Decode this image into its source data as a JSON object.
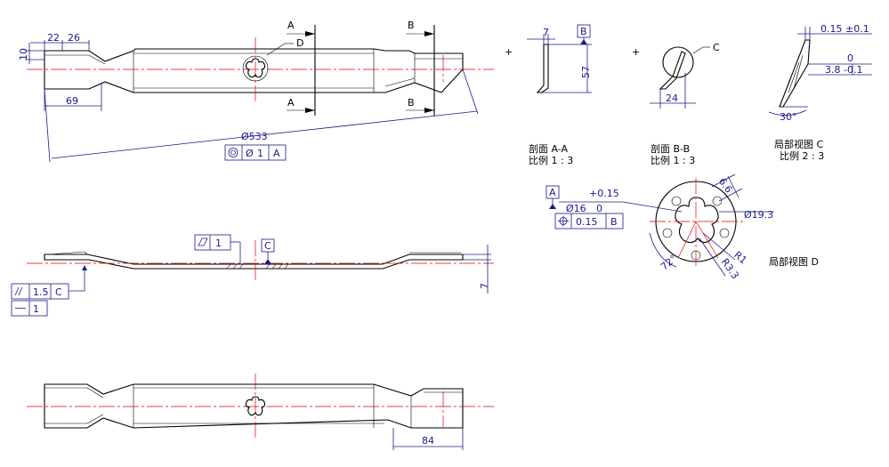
{
  "colors": {
    "outline": "#000000",
    "dimension": "#1a1a8c",
    "centerline": "#e00000"
  },
  "front_view": {
    "dims": {
      "d10": "10",
      "d22": "22",
      "d26": "26",
      "d69": "69",
      "d533": "533"
    },
    "section_a_top": "A",
    "section_a_bottom": "A",
    "section_b_top": "B",
    "section_b_bottom": "B",
    "detail_d_label": "D",
    "fcf_diameter": "Ø",
    "fcf_tol": "1",
    "fcf_datum": "A"
  },
  "side_view": {
    "flatness_tol": "1",
    "datum_c": "C",
    "parallel_tol": "1.5",
    "parallel_datum": "C",
    "straight_tol": "1",
    "dim_7": "7"
  },
  "bottom_view": {
    "dim_84": "84"
  },
  "section_aa": {
    "dim_7": "7",
    "dim_57": "57",
    "datum_b": "B",
    "title": "剖面 A-A",
    "scale": "比例 1 : 3"
  },
  "section_bb": {
    "dim_24": "24",
    "detail_c_label": "C",
    "title": "剖面 B-B",
    "scale": "比例 1 : 3"
  },
  "detail_c": {
    "tol_top": "0.15 ±0.1",
    "tol_zero": "0",
    "tol_value": "3.8 -0.1",
    "angle": "30°",
    "title": "局部视图 C",
    "scale": "比例 2 : 3"
  },
  "detail_d": {
    "datum_a": "A",
    "plus_tol": "+0.15",
    "dia_16": "16",
    "zero": "0",
    "pos_tol": "0.15",
    "pos_datum": "B",
    "dim_6_6": "6.6",
    "dim_19_3": "19.3",
    "angle_72": "72°",
    "r1": "R1",
    "r3_3": "R3.3",
    "title": "局部视图 D"
  }
}
